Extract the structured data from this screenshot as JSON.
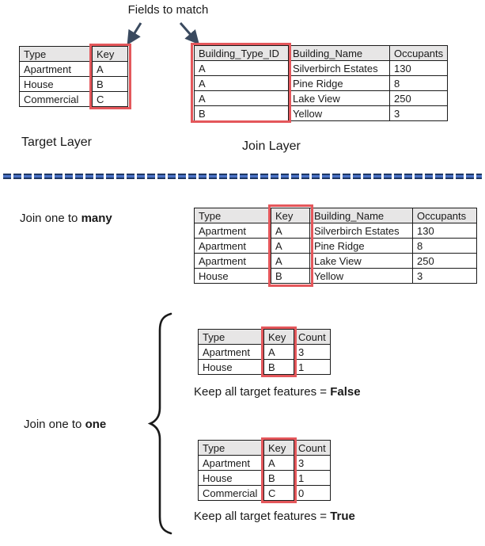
{
  "labels": {
    "fields_to_match": "Fields to match",
    "target_layer": "Target Layer",
    "join_layer": "Join Layer",
    "join_one_to_many_prefix": "Join one to ",
    "join_one_to_many_bold": "many",
    "join_one_to_one_prefix": "Join one to ",
    "join_one_to_one_bold": "one",
    "keep_false_prefix": "Keep all target features = ",
    "keep_false_bold": "False",
    "keep_true_prefix": "Keep all target features = ",
    "keep_true_bold": "True"
  },
  "tables": {
    "target": {
      "headers": [
        "Type",
        "Key"
      ],
      "rows": [
        [
          "Apartment",
          "A"
        ],
        [
          "House",
          "B"
        ],
        [
          "Commercial",
          "C"
        ]
      ]
    },
    "join_layer": {
      "headers": [
        "Building_Type_ID",
        "Building_Name",
        "Occupants"
      ],
      "rows": [
        [
          "A",
          "Silverbirch Estates",
          "130"
        ],
        [
          "A",
          "Pine Ridge",
          "8"
        ],
        [
          "A",
          "Lake View",
          "250"
        ],
        [
          "B",
          "Yellow",
          "3"
        ]
      ]
    },
    "one_to_many": {
      "headers": [
        "Type",
        "Key",
        "Building_Name",
        "Occupants"
      ],
      "rows": [
        [
          "Apartment",
          "A",
          "Silverbirch Estates",
          "130"
        ],
        [
          "Apartment",
          "A",
          "Pine Ridge",
          "8"
        ],
        [
          "Apartment",
          "A",
          "Lake View",
          "250"
        ],
        [
          "House",
          "B",
          "Yellow",
          "3"
        ]
      ]
    },
    "one_to_one_false": {
      "headers": [
        "Type",
        "Key",
        "Count"
      ],
      "rows": [
        [
          "Apartment",
          "A",
          "3"
        ],
        [
          "House",
          "B",
          "1"
        ]
      ]
    },
    "one_to_one_true": {
      "headers": [
        "Type",
        "Key",
        "Count"
      ],
      "rows": [
        [
          "Apartment",
          "A",
          "3"
        ],
        [
          "House",
          "B",
          "1"
        ],
        [
          "Commercial",
          "C",
          "0"
        ]
      ]
    }
  },
  "colors": {
    "red_box": "#e4575b",
    "header_fill": "#e7e6e6",
    "divider_dark": "#1f3864",
    "divider_mid": "#4d74c8",
    "arrow_color": "#3a4a5f",
    "brace_color": "#1a1a1a"
  }
}
